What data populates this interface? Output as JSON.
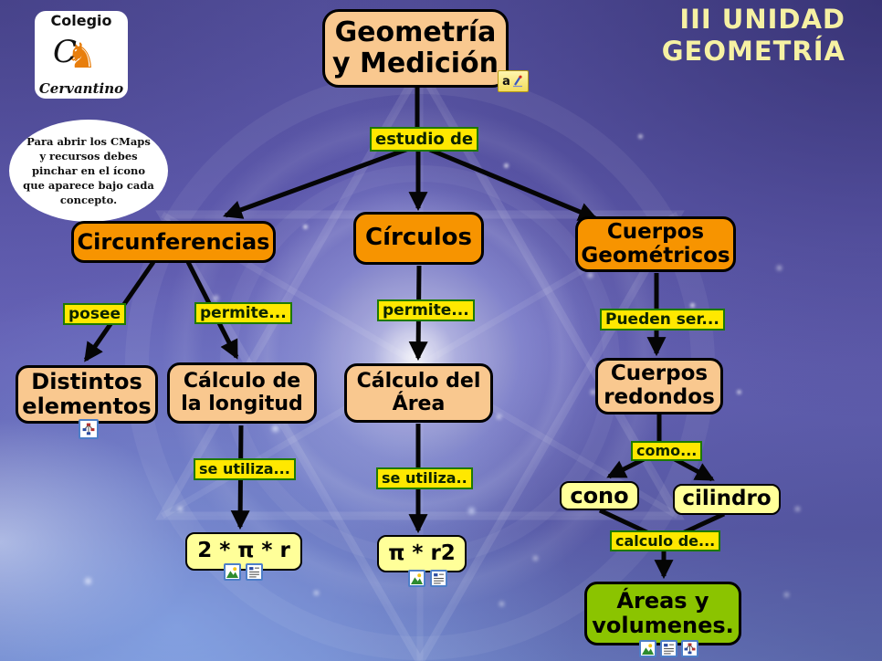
{
  "header": {
    "unit_line1": "III UNIDAD",
    "unit_line2": "GEOMETRÍA"
  },
  "logo": {
    "school": "Colegio",
    "name": "Cervantino",
    "icon": "don-quixote-horse-icon"
  },
  "bubble": {
    "text": "Para abrir los CMaps y  recursos debes pinchar en el ícono que aparece bajo cada concepto."
  },
  "nodes": {
    "root": {
      "label": "Geometría y Medición"
    },
    "circunferencias": {
      "label": "Circunferencias"
    },
    "circulos": {
      "label": "Círculos"
    },
    "cuerpos_geometricos": {
      "label": "Cuerpos Geométricos"
    },
    "distintos_elementos": {
      "label": "Distintos elementos"
    },
    "calculo_longitud": {
      "label": "Cálculo de la longitud"
    },
    "calculo_area": {
      "label": "Cálculo del Área"
    },
    "cuerpos_redondos": {
      "label": "Cuerpos redondos"
    },
    "cono": {
      "label": "cono"
    },
    "cilindro": {
      "label": "cilindro"
    },
    "formula_longitud": {
      "label": "2 * π * r"
    },
    "formula_area": {
      "label": "π * r2"
    },
    "areas_volumenes": {
      "label": "Áreas y volumenes."
    }
  },
  "links": {
    "estudio_de": "estudio de",
    "posee": "posee",
    "permite_izq": "permite...",
    "permite_centro": "permite...",
    "pueden_ser": "Pueden ser...",
    "se_utiliza_izq": "se utiliza...",
    "se_utiliza_centro": "se utiliza..",
    "como": "como...",
    "calculo_de": "calculo de..."
  },
  "icons": {
    "annotation": "annotation-note-icon",
    "annotation_letter": "a",
    "cmap": "cmap-link-icon",
    "image": "image-resource-icon",
    "document": "document-resource-icon"
  },
  "colors": {
    "concept_orange": "#F79400",
    "concept_peach": "#F9C88F",
    "concept_yellow": "#FFFF99",
    "concept_green": "#8BC400",
    "link_label_bg": "#FFE800",
    "link_label_border": "#1E7A00",
    "unit_title_text": "#F6F1A3",
    "arrow": "#050505"
  }
}
